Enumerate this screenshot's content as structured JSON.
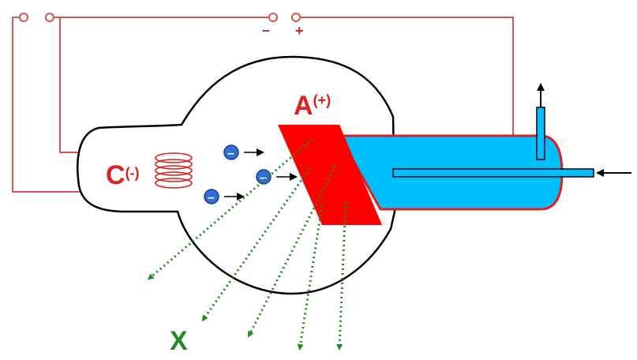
{
  "labels": {
    "anode_letter": "A",
    "anode_charge": "(+)",
    "cathode_letter": "C",
    "cathode_charge": "(-)",
    "xray_label": "X",
    "terminal_negative": "–",
    "terminal_positive": "+",
    "electron_sign": "–"
  },
  "colors": {
    "wire": "#d9534f",
    "anode": "#ff0000",
    "tube_outline": "#000000",
    "coolant": "#00bfff",
    "coolant_border": "#e02020",
    "electron": "#2f6fd6",
    "xray": "#1f8a1f",
    "label_red": "#e02020",
    "label_green": "#1f8a1f"
  },
  "icons": {
    "terminal": "terminal-circle-icon",
    "electron": "electron-icon",
    "flow_arrow": "arrow-icon",
    "filament": "filament-coil-icon"
  }
}
